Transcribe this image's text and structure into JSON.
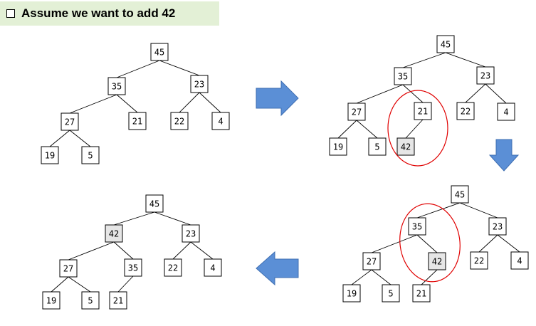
{
  "title": "Assume we want to add 42",
  "colors": {
    "highlight_fill": "#e6e6e6",
    "circle": "#e00000",
    "arrow": "#5b8fd6",
    "title_bg": "#e3f0d6"
  },
  "trees": [
    {
      "id": "initial",
      "nodes": [
        {
          "id": "a",
          "value": "45"
        },
        {
          "id": "b",
          "value": "35"
        },
        {
          "id": "c",
          "value": "23"
        },
        {
          "id": "d",
          "value": "27"
        },
        {
          "id": "e",
          "value": "21"
        },
        {
          "id": "f",
          "value": "22"
        },
        {
          "id": "g",
          "value": "4"
        },
        {
          "id": "h",
          "value": "19"
        },
        {
          "id": "i",
          "value": "5"
        }
      ],
      "edges": [
        [
          "a",
          "b"
        ],
        [
          "a",
          "c"
        ],
        [
          "b",
          "d"
        ],
        [
          "b",
          "e"
        ],
        [
          "c",
          "f"
        ],
        [
          "c",
          "g"
        ],
        [
          "d",
          "h"
        ],
        [
          "d",
          "i"
        ]
      ],
      "highlighted": []
    },
    {
      "id": "insert",
      "nodes": [
        {
          "id": "a",
          "value": "45"
        },
        {
          "id": "b",
          "value": "35"
        },
        {
          "id": "c",
          "value": "23"
        },
        {
          "id": "d",
          "value": "27"
        },
        {
          "id": "e",
          "value": "21"
        },
        {
          "id": "f",
          "value": "22"
        },
        {
          "id": "g",
          "value": "4"
        },
        {
          "id": "h",
          "value": "19"
        },
        {
          "id": "i",
          "value": "5"
        },
        {
          "id": "j",
          "value": "42"
        }
      ],
      "edges": [
        [
          "a",
          "b"
        ],
        [
          "a",
          "c"
        ],
        [
          "b",
          "d"
        ],
        [
          "b",
          "e"
        ],
        [
          "c",
          "f"
        ],
        [
          "c",
          "g"
        ],
        [
          "d",
          "h"
        ],
        [
          "d",
          "i"
        ],
        [
          "e",
          "j"
        ]
      ],
      "highlighted": [
        "j"
      ]
    },
    {
      "id": "swap1",
      "nodes": [
        {
          "id": "a",
          "value": "45"
        },
        {
          "id": "b",
          "value": "35"
        },
        {
          "id": "c",
          "value": "23"
        },
        {
          "id": "d",
          "value": "27"
        },
        {
          "id": "e",
          "value": "42"
        },
        {
          "id": "f",
          "value": "22"
        },
        {
          "id": "g",
          "value": "4"
        },
        {
          "id": "h",
          "value": "19"
        },
        {
          "id": "i",
          "value": "5"
        },
        {
          "id": "j",
          "value": "21"
        }
      ],
      "edges": [
        [
          "a",
          "b"
        ],
        [
          "a",
          "c"
        ],
        [
          "b",
          "d"
        ],
        [
          "b",
          "e"
        ],
        [
          "c",
          "f"
        ],
        [
          "c",
          "g"
        ],
        [
          "d",
          "h"
        ],
        [
          "d",
          "i"
        ],
        [
          "e",
          "j"
        ]
      ],
      "highlighted": [
        "e"
      ]
    },
    {
      "id": "swap2",
      "nodes": [
        {
          "id": "a",
          "value": "45"
        },
        {
          "id": "b",
          "value": "42"
        },
        {
          "id": "c",
          "value": "23"
        },
        {
          "id": "d",
          "value": "27"
        },
        {
          "id": "e",
          "value": "35"
        },
        {
          "id": "f",
          "value": "22"
        },
        {
          "id": "g",
          "value": "4"
        },
        {
          "id": "h",
          "value": "19"
        },
        {
          "id": "i",
          "value": "5"
        },
        {
          "id": "j",
          "value": "21"
        }
      ],
      "edges": [
        [
          "a",
          "b"
        ],
        [
          "a",
          "c"
        ],
        [
          "b",
          "d"
        ],
        [
          "b",
          "e"
        ],
        [
          "c",
          "f"
        ],
        [
          "c",
          "g"
        ],
        [
          "d",
          "h"
        ],
        [
          "d",
          "i"
        ],
        [
          "e",
          "j"
        ]
      ],
      "highlighted": [
        "b"
      ]
    }
  ],
  "arrows": [
    "right",
    "down",
    "left"
  ]
}
